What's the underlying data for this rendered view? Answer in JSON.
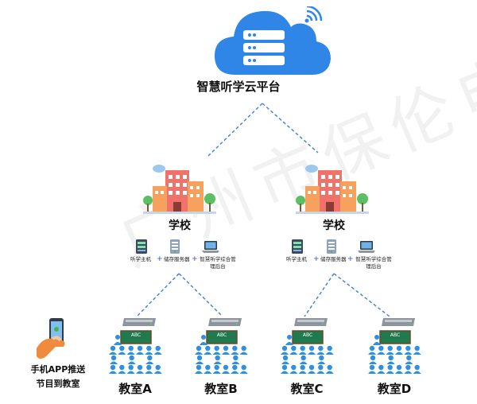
{
  "platform": {
    "title": "智慧听学云平台"
  },
  "watermark": "广州市保伦电子",
  "schools": [
    {
      "label": "学校",
      "devices": [
        {
          "label": "听学主机"
        },
        {
          "label": "储存服务器"
        },
        {
          "label": "智慧听学综合管理后台"
        }
      ]
    },
    {
      "label": "学校",
      "devices": [
        {
          "label": "听学主机"
        },
        {
          "label": "储存服务器"
        },
        {
          "label": "智慧听学综合管理后台"
        }
      ]
    }
  ],
  "classrooms": [
    {
      "label": "教室A",
      "board": "ABC"
    },
    {
      "label": "教室B",
      "board": "ABC"
    },
    {
      "label": "教室C",
      "board": "ABC"
    },
    {
      "label": "教室D",
      "board": "ABC"
    }
  ],
  "phone": {
    "line1": "手机APP推送",
    "line2": "节目到教室"
  },
  "colors": {
    "cloud": "#2f86e6",
    "link": "#3d7fd8",
    "building": "#f1716b",
    "student": "#2f8fe0",
    "board": "#1f7a4d"
  }
}
